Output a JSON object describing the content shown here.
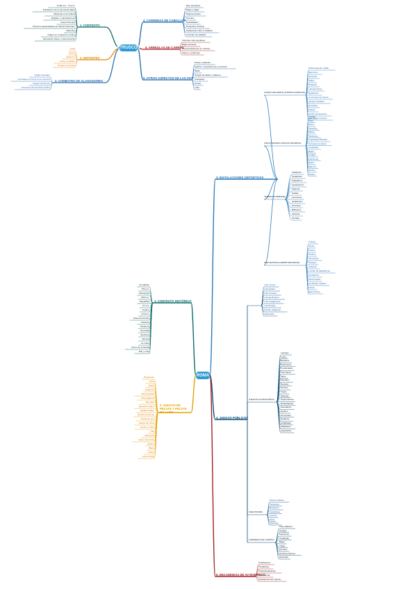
{
  "colors": {
    "rome": "#2d9bd6",
    "etruscos": "#2d9bd6",
    "contexto": "#0c6b66",
    "carreras": "#1f66b3",
    "deportes": "#e58a00",
    "gladiadores": "#2a6fb3",
    "otros": "#1f66b3",
    "instalaciones": "#2b7ab8",
    "pelota": "#e5a100",
    "juegos": "#0e4f7a",
    "decadencia": "#a11f24",
    "text": "#222222"
  },
  "roots": {
    "rome": "ROMA",
    "etruscos": "ETRUSCOS"
  },
  "etruscos": {
    "branches": {
      "contexto": "1. CONTEXTO",
      "deportes": "2. DEPORTES",
      "gladiadores": "3. COMBATES DE GLADIADORES",
      "carreras": "4. CARRERAS DE CABALLOS",
      "arreglas": "5. ARREGLAS DE CARROS",
      "otros": "6. OTROS ASPECTOS DE LAS AVO"
    },
    "contexto_items": [
      "S.VIII a.C. - IX a.C.",
      "Pobladores de la península itálica",
      "Influencia en la cultura",
      "Religión y supersticiones",
      "Actual Toscana",
      "Primeros desarrollados por Etrusco Romano",
      "Deportes",
      "Origen en el deporte romano",
      "Educación física y entrenamiento"
    ],
    "deportes_items": [
      "Caza",
      "Pesca",
      "Atletismo",
      "Lucha y pugilato",
      "Juegos con pelota"
    ],
    "gladiadores_items": [
      "Origen funerario",
      "Combates en honor a los muertos",
      "Juegos de Phersu",
      "Precursor de la lucha romana"
    ],
    "carreras_items": [
      "Muy populares",
      "Bigas y trigas",
      "Mujeres jinetes",
      "Premios",
      "Modalidades",
      "Pequeños circuitos",
      "Galopando entre 2 caballos",
      "Corredor de caballos"
    ],
    "arreglas_items": [
      "Carreras más populares",
      "Bigas etruscas",
      "Representaciones en tumbas",
      "Vasos y cerámicas"
    ],
    "otros_items": [
      "Pesas y halteras",
      "Ajedrez, competiciones y técnicas",
      "Tabla",
      "Juegos de dados y tableros",
      "Astragalos",
      "Tesela",
      "Ludo"
    ]
  },
  "roma": {
    "branches": {
      "contexto": "1. CONTEXTO HISTÓRICO",
      "pelota": "2. JUEGOS DE PELOTA Y PELOTA EN LATÍN",
      "instalaciones": "3. INSTALACIONES DEPORTIVAS",
      "juegos": "4. JUEGOS PÚBLICOS",
      "decadencia": "5. DECADENCIA DE AV ROMANAS"
    },
    "contexto_items": [
      "Fundación",
      "753 a.C.",
      "Monarquía",
      "509 a.C.",
      "República",
      "27 a.C.",
      "Imperio",
      "476 d.C.",
      "Clase dominante",
      "Patricios",
      "Plebeyos",
      "Sociedad",
      "Esclavos",
      "Libertos",
      "La mujer",
      "Honor de la familia",
      "Pan y circo"
    ],
    "pelota_items": [
      "Harpastum",
      "Follis",
      "Trigon",
      "Paganica",
      "Pila trigonalis",
      "Pila paganica",
      "Pila follis",
      "Espulsim ludere",
      "Datatim ludere",
      "Pelota de plumas",
      "Pelota de aire",
      "Juegos de niños",
      "Pelota en latín",
      "Pila",
      "Pilicrepus",
      "Jugar a la pelota",
      "Equipo",
      "Balón",
      "Arbitro",
      "Actual rugby"
    ],
    "instalaciones": {
      "campo_marte": "CAMPO DE MARTE (CAMPUS MARTIUS)",
      "campo_items": [
        "Entrenamiento militar",
        "Ejercicios",
        "Carreras",
        "Saltos",
        "Natación",
        "Lanzamientos",
        "Equitación",
        "Concursos de fuerza",
        "Juegos infantiles",
        "Gimnasio",
        "Atletas",
        "Centro de deportes",
        "Ejercicios en grupo"
      ],
      "circo_maximo": "CIRCO MÁXIMO (CIRCUS MAXIMUS)",
      "circo_items": [
        "Gradas",
        "Pista",
        "Spina",
        "Carceres",
        "Metas",
        "Obeliscos",
        "Capacidad 250.000",
        "Carreras de carros",
        "Cuadrigas",
        "Bigas",
        "Aurigas",
        "Facciones",
        "Rojos",
        "Blancos",
        "Verdes",
        "Azules"
      ],
      "termas": "TERMAS (THERMAE)",
      "termas_items": [
        "Caldarium",
        "Tepidarium",
        "Frigidarium",
        "Apodyterium",
        "Palestra",
        "Natatio",
        "Laconicum",
        "Sudatorium",
        "Gimnasio",
        "Biblioteca",
        "Jardines",
        "Tiendas"
      ],
      "anfiteatros": "ANFITEATROS (AMPHITHEATRUM)",
      "anfiteatro_items": [
        "Coliseo",
        "Arena",
        "Cávea",
        "Podium",
        "Vomitorios",
        "Hipogeo",
        "Velarium",
        "Luchas de gladiadores",
        "Venationes",
        "Naumaquias",
        "Combates navales",
        "Fieras",
        "Ejecuciones"
      ]
    },
    "juegos": {
      "ludi_items": [
        "Ludi romani",
        "Ludi plebeii",
        "Ludi cereales",
        "Ludi apollinares",
        "Ludi megalenses",
        "Ludi florales",
        "Fiestas religiosas",
        "Saturnales"
      ],
      "gladiadores": "JUEGOS GLADIATORIOS",
      "gladiador_items": [
        "Lanistas",
        "Ludus",
        "Esclavos",
        "Prisioneros",
        "Condenados",
        "Voluntarios",
        "Tipos",
        "Mirmillón",
        "Reciario",
        "Secutor",
        "Tracio",
        "Samnita",
        "Hoplomachus",
        "Dimachaerus",
        "Essedarius",
        "Equites",
        "Provocator",
        "Retiarius",
        "Andabatae",
        "Sagittarius",
        "Laquearius"
      ],
      "venationes": "VENATIONES",
      "venationes_items": [
        "Fieras exóticas",
        "Venatores",
        "Bestiarios",
        "Cazadores",
        "Leones",
        "Osos",
        "Elefantes"
      ],
      "carreras": "CARRERAS DE CARROS",
      "carreras_items": [
        "Circo Máximo",
        "Aurigas",
        "Facciones",
        "Cuadrigas",
        "Bigas",
        "Trigas",
        "Premios",
        "Esclavos libertos",
        "Apuestas"
      ]
    },
    "decadencia_items": [
      "Cristianismo",
      "Prohibición",
      "Profesionalización",
      "Espectáculo",
      "Decadencia del imperio"
    ]
  }
}
